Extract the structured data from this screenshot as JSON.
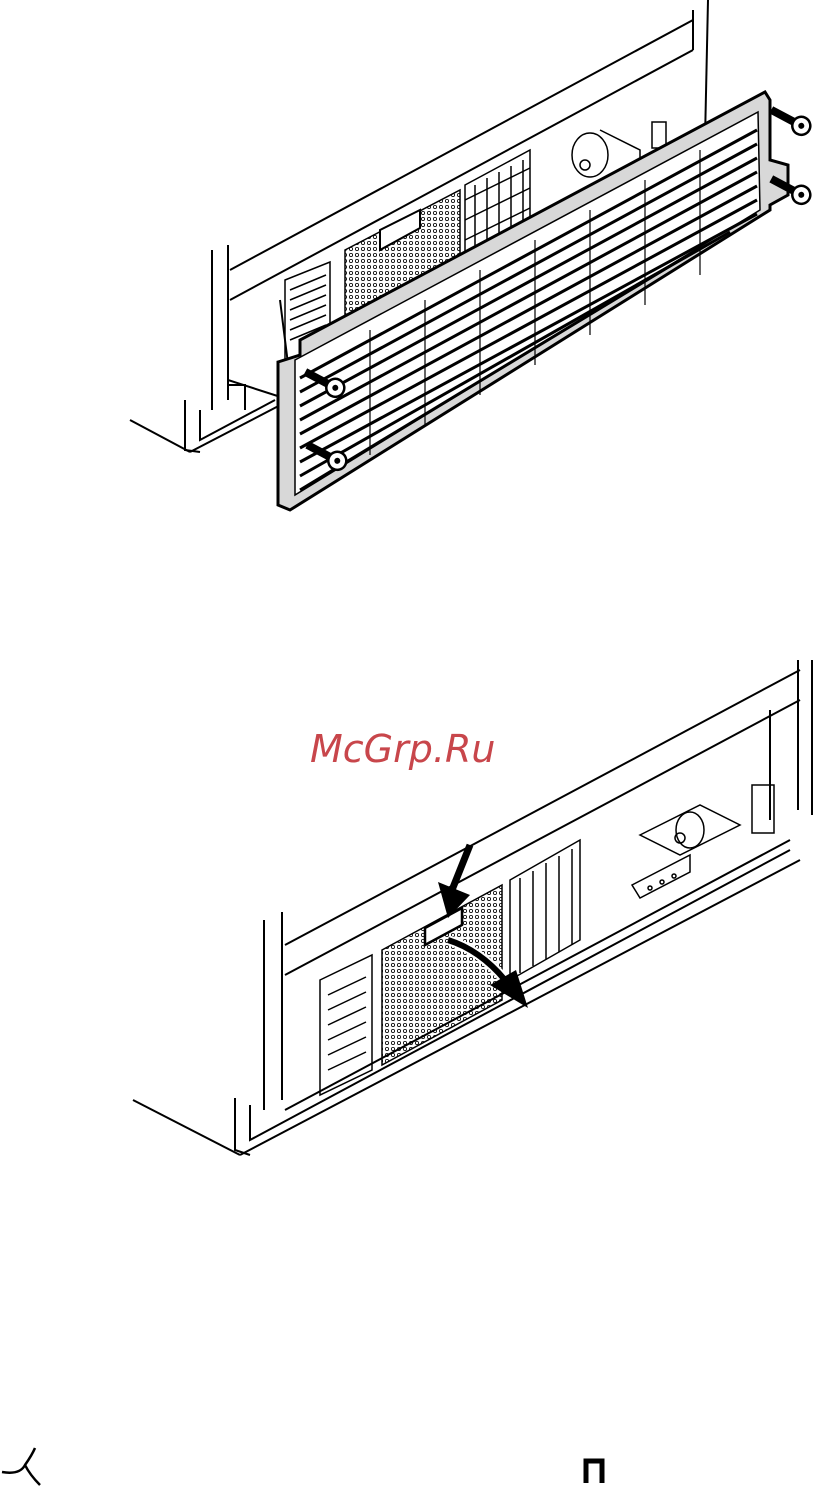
{
  "watermark": {
    "text": "McGrp.Ru",
    "color": "#c8464b"
  },
  "figures": [
    {
      "id": "grille-removal",
      "icons": [
        "screw-icon",
        "screw-icon",
        "screw-icon",
        "screw-icon"
      ]
    },
    {
      "id": "filter-removal",
      "icons": [
        "push-arrow-icon",
        "pull-arrow-icon"
      ]
    }
  ],
  "colors": {
    "ink": "#000000",
    "panel": "#d8d8d8"
  }
}
